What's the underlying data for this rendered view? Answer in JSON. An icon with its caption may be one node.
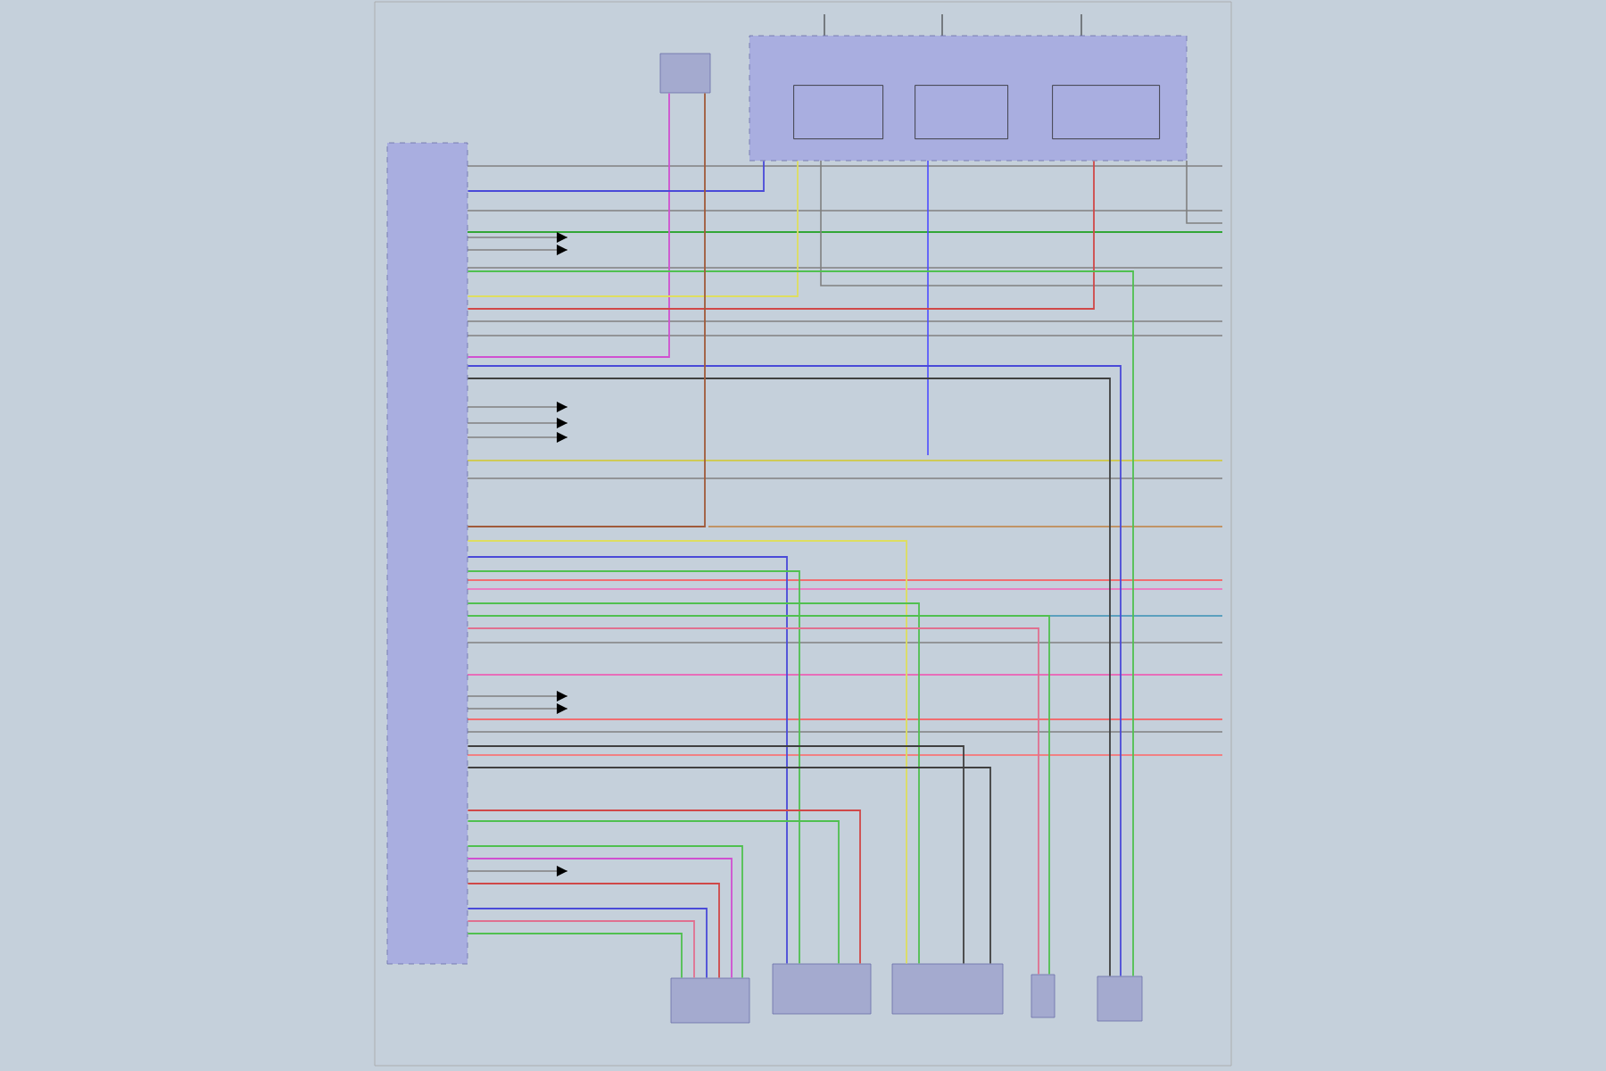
{
  "diagram": {
    "nodes": [
      {
        "text": [],
        "shape": "box"
      },
      {
        "text": [],
        "shape": "box"
      },
      {
        "text": [],
        "shape": "box"
      },
      {
        "text": [],
        "shape": "box",
        "in": 2
      },
      {
        "text": [],
        "shape": "box",
        "in": 2
      },
      {
        "text": [],
        "shape": "box",
        "in": 2
      },
      {
        "text": [],
        "shape": "box"
      },
      {
        "text": [],
        "shape": "box"
      },
      {
        "text": [],
        "shape": "box"
      },
      {
        "text": [],
        "shape": "box"
      },
      {
        "text": [],
        "shape": "box"
      }
    ],
    "edges": [
      {
        "from": 0,
        "to": 1,
        "arrow": "none",
        "color": "#d050d0"
      },
      {
        "from": 0,
        "to": 2,
        "arrow": "none",
        "color": "#4a4ad8"
      },
      {
        "from": 0,
        "to": 2,
        "arrow": "none",
        "color": "#dede60"
      },
      {
        "from": 0,
        "to": 2,
        "arrow": "none",
        "color": "#d04848"
      },
      {
        "from": 0,
        "to": 6,
        "arrow": "none",
        "color": "#50c050"
      },
      {
        "from": 0,
        "to": 6,
        "arrow": "none",
        "color": "#d050d0"
      },
      {
        "from": 0,
        "to": 6,
        "arrow": "none",
        "color": "#d04848"
      },
      {
        "from": 0,
        "to": 6,
        "arrow": "none",
        "color": "#4a4ad8"
      },
      {
        "from": 0,
        "to": 6,
        "arrow": "none",
        "color": "#e07090"
      },
      {
        "from": 0,
        "to": 6,
        "arrow": "none",
        "color": "#50c050"
      },
      {
        "from": 0,
        "to": 7,
        "arrow": "none",
        "color": "#4a4ad8"
      },
      {
        "from": 0,
        "to": 7,
        "arrow": "none",
        "color": "#50c050"
      },
      {
        "from": 0,
        "to": 7,
        "arrow": "none",
        "color": "#50c050"
      },
      {
        "from": 0,
        "to": 7,
        "arrow": "none",
        "color": "#d04848"
      },
      {
        "from": 0,
        "to": 8,
        "arrow": "none",
        "color": "#dede60"
      },
      {
        "from": 0,
        "to": 8,
        "arrow": "none",
        "color": "#50c050"
      },
      {
        "from": 0,
        "to": 8,
        "arrow": "none",
        "color": "#404040"
      },
      {
        "from": 0,
        "to": 8,
        "arrow": "none",
        "color": "#404040"
      },
      {
        "from": 0,
        "to": 9,
        "arrow": "none",
        "color": "#e07090"
      },
      {
        "from": 0,
        "to": 9,
        "arrow": "none",
        "color": "#50c050"
      },
      {
        "from": 0,
        "to": 10,
        "arrow": "none",
        "color": "#404040"
      },
      {
        "from": 0,
        "to": 10,
        "arrow": "none",
        "color": "#4a4ad8"
      },
      {
        "from": 0,
        "to": 10,
        "arrow": "none",
        "color": "#50c050"
      },
      {
        "from": 0,
        "to": 1,
        "arrow": "none",
        "color": "#a05a3a"
      }
    ]
  }
}
